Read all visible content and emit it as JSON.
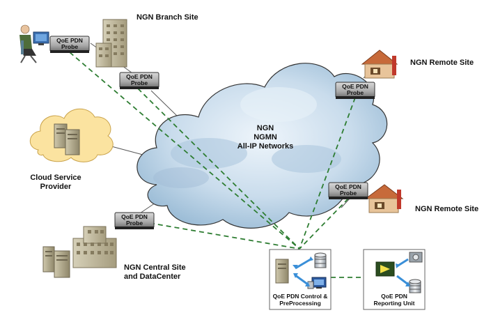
{
  "labels": {
    "branch_site": "NGN Branch Site",
    "remote_site_1": "NGN Remote Site",
    "remote_site_2": "NGN Remote Site",
    "cloud_provider_line1": "Cloud Service",
    "cloud_provider_line2": "Provider",
    "central_site_line1": "NGN Central Site",
    "central_site_line2": "and DataCenter",
    "cloud_line1": "NGN",
    "cloud_line2": "NGMN",
    "cloud_line3": "All-IP Networks"
  },
  "probe": {
    "line1": "QoE PDN",
    "line2": "Probe"
  },
  "control_box": {
    "line1": "QoE PDN Control &",
    "line2": "PreProcessing"
  },
  "reporting_box": {
    "line1": "QoE PDN",
    "line2": "Reporting Unit"
  },
  "colors": {
    "dashed_link": "#2e7d32",
    "cloud_fill": "#c4d9ea",
    "cloud_edge": "#333333",
    "site_cloud": "#fbe3a0"
  }
}
